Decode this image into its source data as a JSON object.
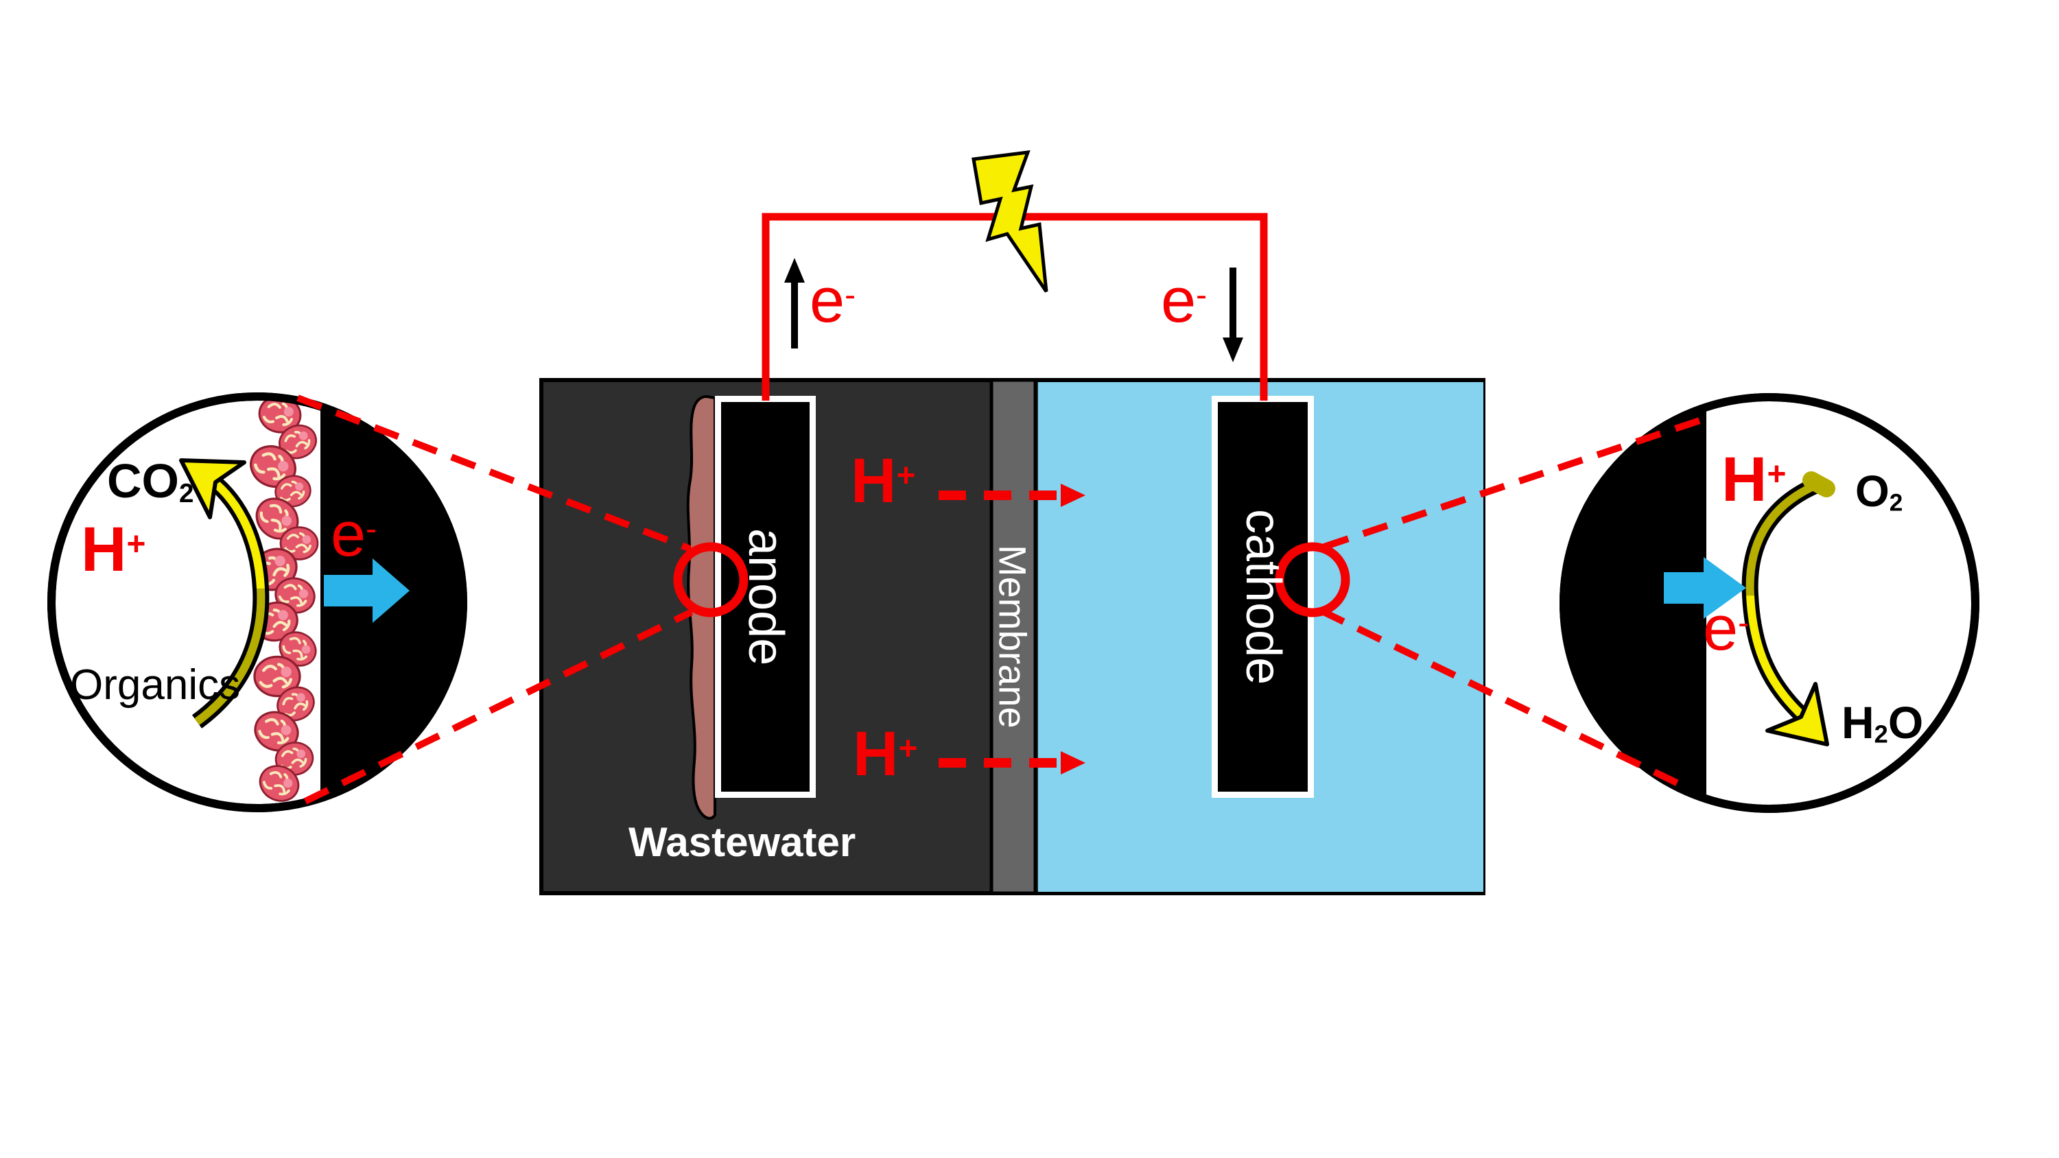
{
  "labels": {
    "wastewater": "Wastewater",
    "anode": "anode",
    "cathode": "cathode",
    "membrane": "Membrane",
    "organics": "Organics",
    "electron_base": "e",
    "electron_sup": "-",
    "proton_base": "H",
    "proton_sup": "+",
    "co2_base": "CO",
    "co2_sub": "2",
    "o2_base": "O",
    "o2_sub": "2",
    "h2o_h": "H",
    "h2o_sub": "2",
    "h2o_o": "O"
  },
  "colors": {
    "wire": "#f40000",
    "chamberDark": "#2e2e2e",
    "membraneGray": "#666666",
    "catholyte": "#85d3ef",
    "electronArrow": "#2ab3e8",
    "bolt": "#f8ee00",
    "biofilm": "#b06f68",
    "oliveYellow": "#b5ae00",
    "brightYellow": "#f8ee00",
    "clumpRed": "#e4556a",
    "clumpEdge": "#8e1f2f",
    "clumpHighlight": "#f590a3",
    "clumpSquiggle": "#f7e9bb"
  }
}
